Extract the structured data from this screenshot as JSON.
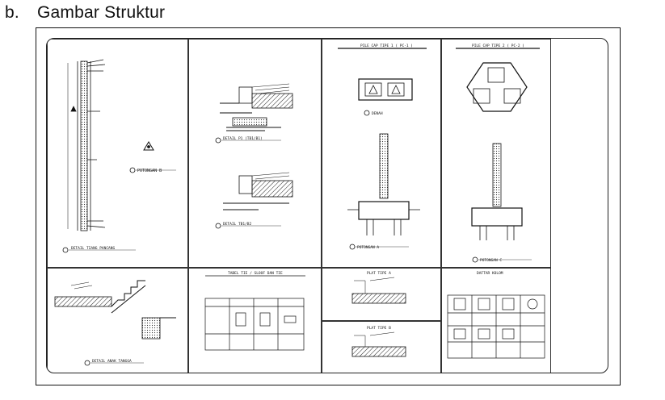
{
  "heading": {
    "marker": "b.",
    "title": "Gambar Struktur"
  },
  "drawing_labels": {
    "pile": "DETAIL TIANG PANCANG",
    "section_b": "POTONGAN B",
    "detail_p1": "DETAIL P1 (TB1/B1)",
    "detail_tb1": "DETAIL TB1/B2",
    "pile_cap_1": "PILE CAP TIPE 1 ( PC-1 )",
    "pile_cap_2": "PILE CAP TIPE 2 ( PC-2 )",
    "denah_a": "DENAH",
    "section_a": "POTONGAN A",
    "section_c": "POTONGAN C",
    "stair": "DETAIL ANAK TANGGA",
    "beam_table": "TABEL TIE / SLOOF DAN TIE",
    "plat_a": "PLAT TIPE A",
    "plat_b": "PLAT TIPE B",
    "column_table": "DAFTAR KOLOM"
  },
  "colors": {
    "line": "#111111",
    "paper": "#ffffff"
  }
}
